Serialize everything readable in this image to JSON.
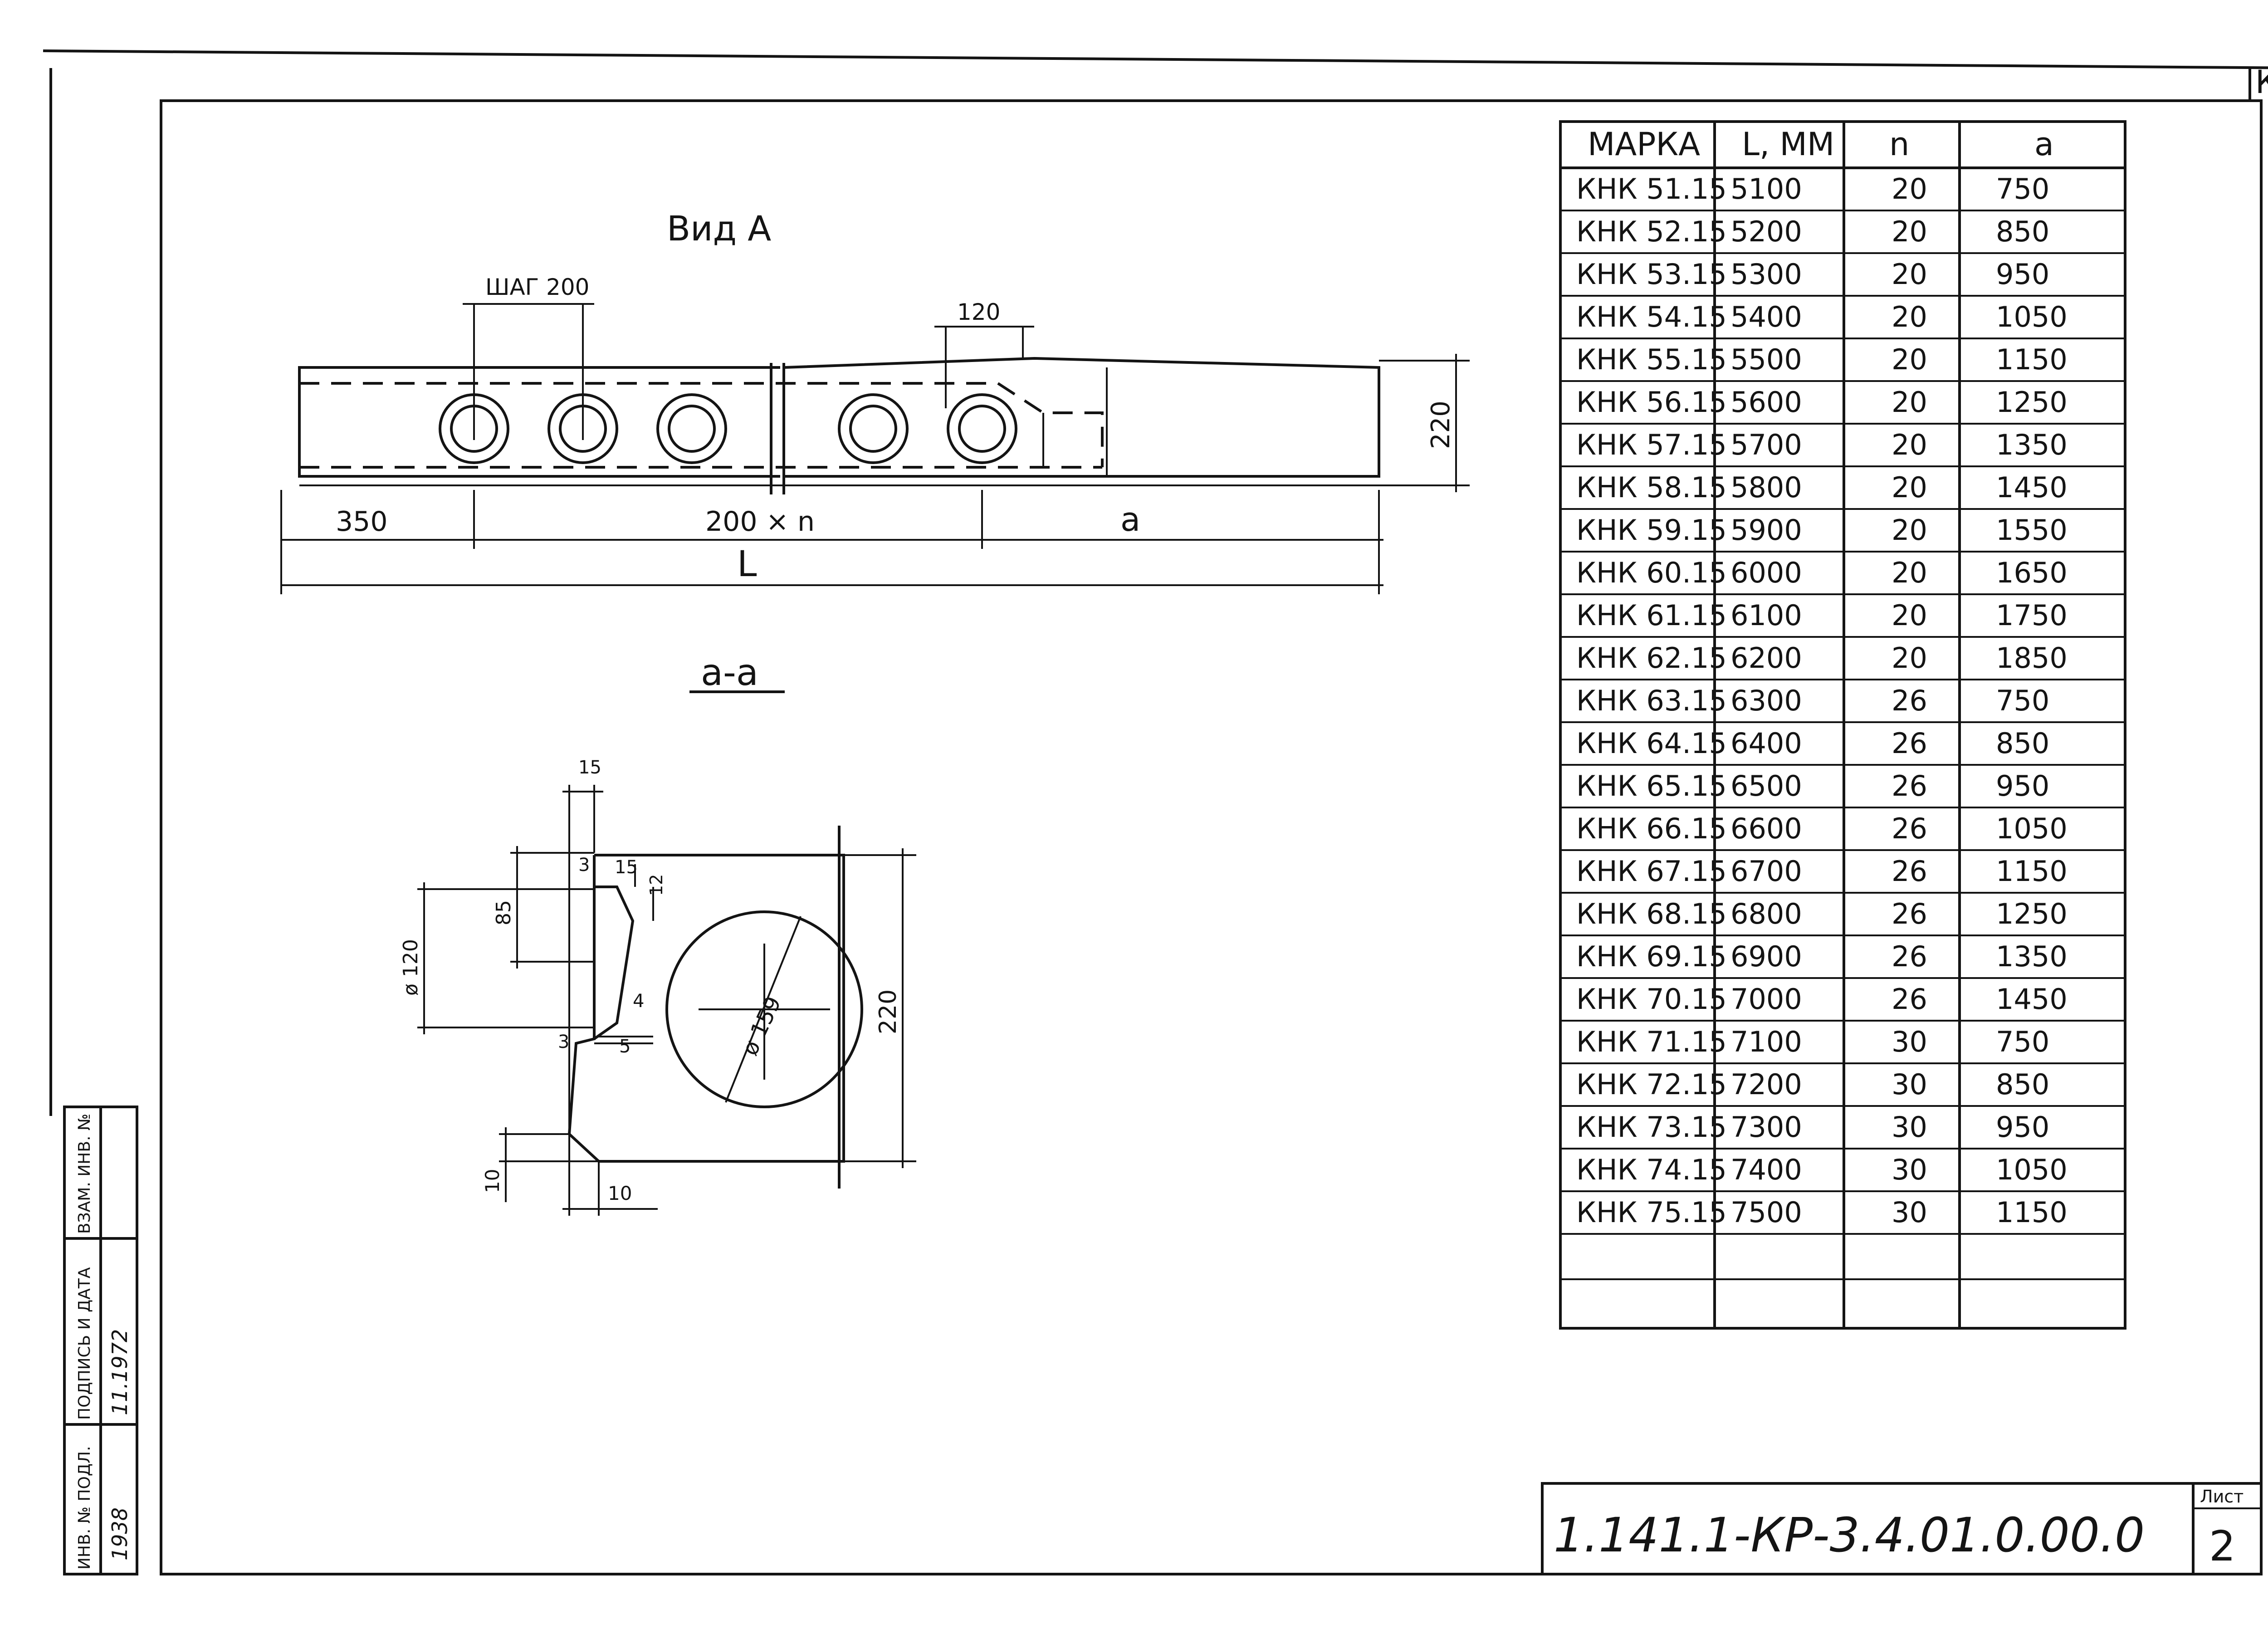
{
  "corner_mark": "К",
  "view_title": "Вид А",
  "section_title": "а-а",
  "dims_view": {
    "pitch": "ШАГ 200",
    "hole_offset": "120",
    "height": "220",
    "left": "350",
    "middle": "200 × n",
    "right": "а",
    "total": "L"
  },
  "dims_section": {
    "top_15": "15",
    "d3_top": "3",
    "d15": "15",
    "d12": "12",
    "d85": "85",
    "d120": "ø 120",
    "d4": "4",
    "d3_bottom": "3",
    "d5": "5",
    "d159": "ø 159",
    "height": "220",
    "d10_vertical": "10",
    "d10_horizontal": "10"
  },
  "table": {
    "headers": [
      "МАРКА",
      "L, ММ",
      "n",
      "а"
    ],
    "rows": [
      [
        "КНК 51.15",
        "5100",
        "20",
        "750"
      ],
      [
        "КНК 52.15",
        "5200",
        "20",
        "850"
      ],
      [
        "КНК 53.15",
        "5300",
        "20",
        "950"
      ],
      [
        "КНК 54.15",
        "5400",
        "20",
        "1050"
      ],
      [
        "КНК 55.15",
        "5500",
        "20",
        "1150"
      ],
      [
        "КНК 56.15",
        "5600",
        "20",
        "1250"
      ],
      [
        "КНК 57.15",
        "5700",
        "20",
        "1350"
      ],
      [
        "КНК 58.15",
        "5800",
        "20",
        "1450"
      ],
      [
        "КНК 59.15",
        "5900",
        "20",
        "1550"
      ],
      [
        "КНК 60.15",
        "6000",
        "20",
        "1650"
      ],
      [
        "КНК 61.15",
        "6100",
        "20",
        "1750"
      ],
      [
        "КНК 62.15",
        "6200",
        "20",
        "1850"
      ],
      [
        "КНК 63.15",
        "6300",
        "26",
        "750"
      ],
      [
        "КНК 64.15",
        "6400",
        "26",
        "850"
      ],
      [
        "КНК 65.15",
        "6500",
        "26",
        "950"
      ],
      [
        "КНК 66.15",
        "6600",
        "26",
        "1050"
      ],
      [
        "КНК 67.15",
        "6700",
        "26",
        "1150"
      ],
      [
        "КНК 68.15",
        "6800",
        "26",
        "1250"
      ],
      [
        "КНК 69.15",
        "6900",
        "26",
        "1350"
      ],
      [
        "КНК 70.15",
        "7000",
        "26",
        "1450"
      ],
      [
        "КНК 71.15",
        "7100",
        "30",
        "750"
      ],
      [
        "КНК 72.15",
        "7200",
        "30",
        "850"
      ],
      [
        "КНК 73.15",
        "7300",
        "30",
        "950"
      ],
      [
        "КНК 74.15",
        "7400",
        "30",
        "1050"
      ],
      [
        "КНК 75.15",
        "7500",
        "30",
        "1150"
      ]
    ]
  },
  "side_stamp": {
    "inv_no": "ИНВ. № ПОДЛ.",
    "signature_date": "ПОДПИСЬ И ДАТА",
    "replaced_inv": "ВЗАМ. ИНВ. №",
    "inv_value": "1938",
    "date_value": "11.1972"
  },
  "doc_code": "1.141.1-КР-3.4.01.0.00.0",
  "sheet_label": "Лист",
  "sheet_number": "2"
}
